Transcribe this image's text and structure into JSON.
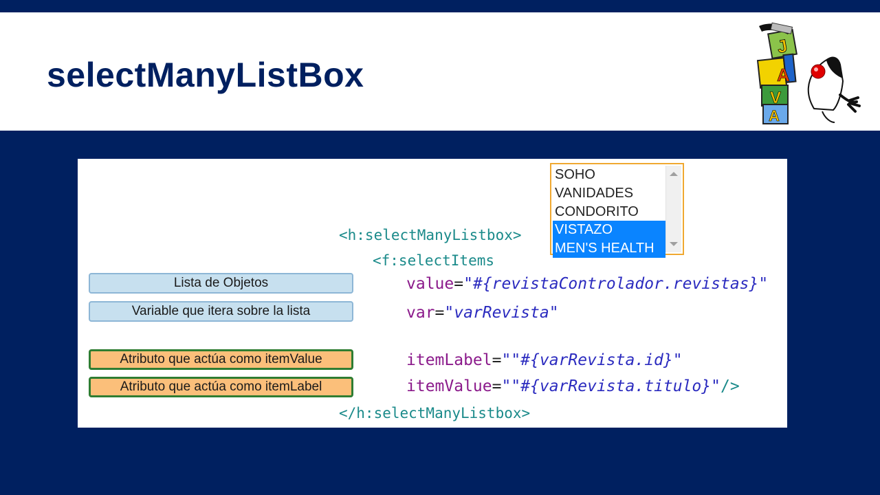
{
  "slide": {
    "title": "selectManyListBox"
  },
  "listbox": {
    "items": [
      {
        "label": "SOHO",
        "selected": false
      },
      {
        "label": "VANIDADES",
        "selected": false
      },
      {
        "label": "CONDORITO",
        "selected": false
      },
      {
        "label": "VISTAZO",
        "selected": true
      },
      {
        "label": "MEN'S HEALTH",
        "selected": true
      }
    ]
  },
  "labels": {
    "list_objects": "Lista de Objetos",
    "iterator_variable": "Variable que itera sobre la lista",
    "item_value_attr": "Atributo que actúa como itemValue",
    "item_label_attr": "Atributo que actúa como itemLabel"
  },
  "code": {
    "open_tag": "<h:selectManyListbox>",
    "select_items_tag": "<f:selectItems",
    "value_attr": "value",
    "value_str": "\"#{revistaControlador.revistas}\"",
    "var_attr": "var",
    "var_str": "\"varRevista\"",
    "item_label_attr": "itemLabel",
    "item_label_str": "\"\"#{varRevista.id}\"",
    "item_value_attr": "itemValue",
    "item_value_str": "\"\"#{varRevista.titulo}\"",
    "item_value_close": "/>",
    "close_tag": "</h:selectManyListbox>"
  },
  "mascot": {
    "letters": [
      "J",
      "A",
      "V",
      "A"
    ]
  },
  "colors": {
    "background": "#002060",
    "title": "#002060",
    "selection": "#0a84ff",
    "tag": "#1a8a8a",
    "attribute": "#8b1a8b",
    "string": "#2b2bbf"
  }
}
